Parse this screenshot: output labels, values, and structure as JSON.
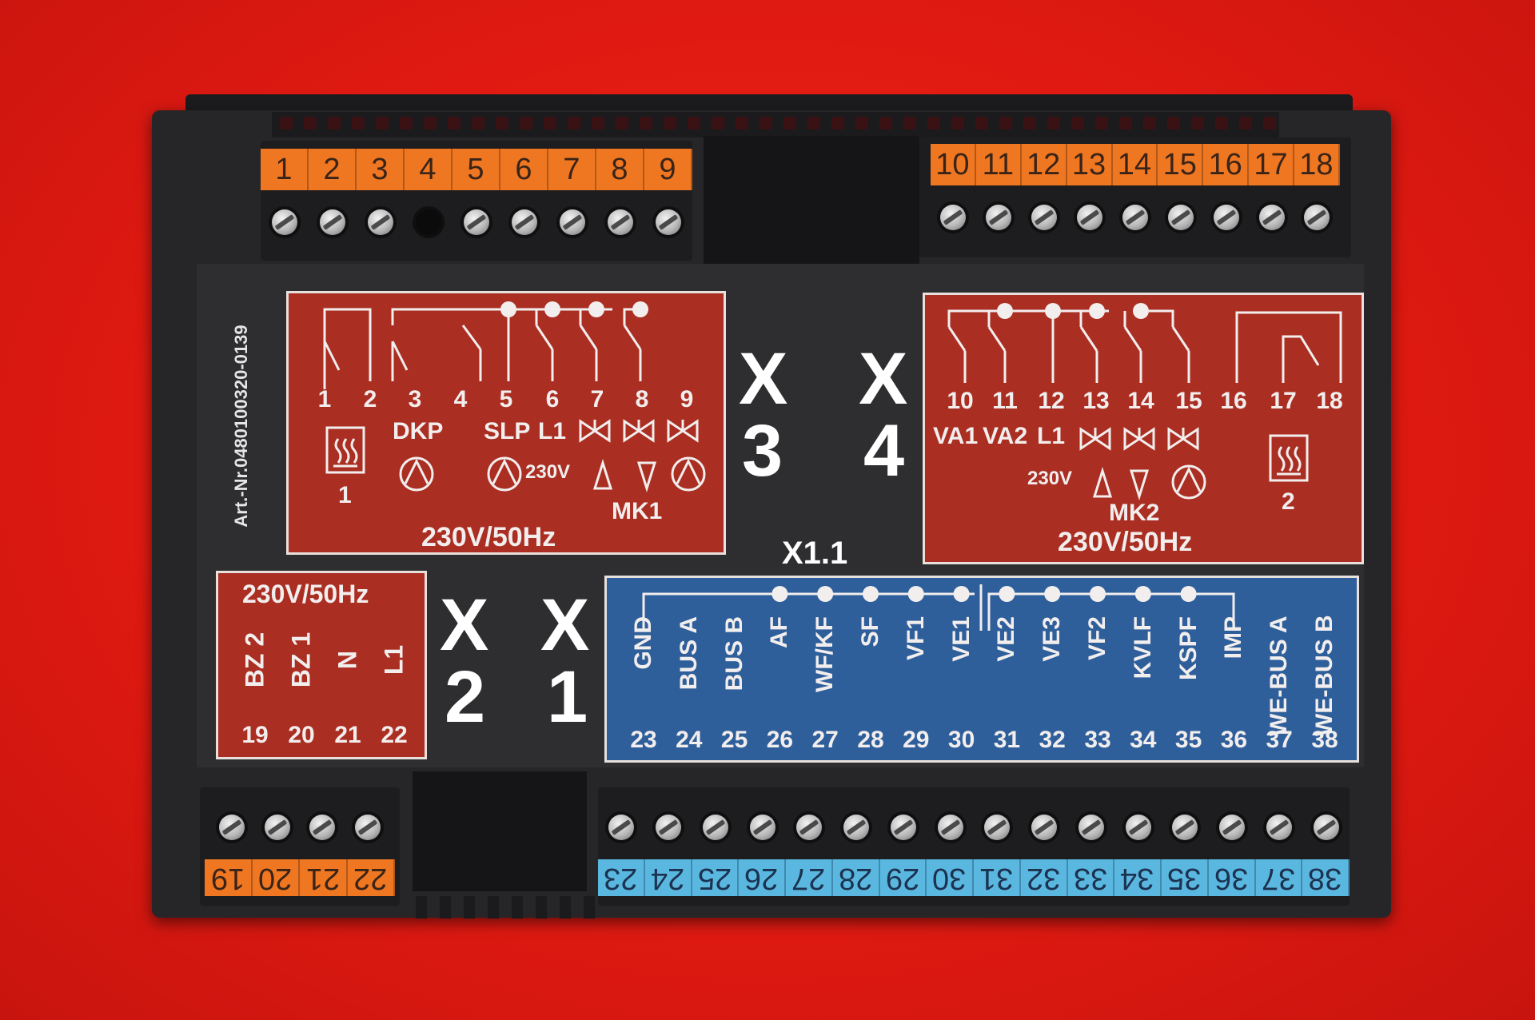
{
  "colors": {
    "background": "#e01a12",
    "housing": "#262628",
    "orange_strip": "#f07722",
    "blue_strip": "#5ab8e0",
    "red_panel": "#aa2e22",
    "blue_panel": "#2f5f9a",
    "panel_text": "#f2eeee"
  },
  "art_nr": "Art.-Nr.0480100320-0139",
  "terminal_blocks": {
    "x3_top": [
      "1",
      "2",
      "3",
      "4",
      "5",
      "6",
      "7",
      "8",
      "9"
    ],
    "x4_top": [
      "10",
      "11",
      "12",
      "13",
      "14",
      "15",
      "16",
      "17",
      "18"
    ],
    "x2_bottom": [
      "19",
      "20",
      "21",
      "22"
    ],
    "x1_bottom": [
      "23",
      "24",
      "25",
      "26",
      "27",
      "28",
      "29",
      "30",
      "31",
      "32",
      "33",
      "34",
      "35",
      "36",
      "37",
      "38"
    ]
  },
  "connectors": {
    "x3": {
      "letter": "X",
      "number": "3"
    },
    "x4": {
      "letter": "X",
      "number": "4"
    },
    "x2": {
      "letter": "X",
      "number": "2"
    },
    "x1": {
      "letter": "X",
      "number": "1"
    },
    "x1_1": "X1.1"
  },
  "panel_x3": {
    "terminals": [
      "1",
      "2",
      "3",
      "4",
      "5",
      "6",
      "7",
      "8",
      "9"
    ],
    "labels": {
      "dkp": "DKP",
      "slp": "SLP",
      "l1": "L1",
      "v230": "230V",
      "heater_num": "1",
      "mk": "MK1"
    },
    "voltage": "230V/50Hz"
  },
  "panel_x4": {
    "terminals": [
      "10",
      "11",
      "12",
      "13",
      "14",
      "15",
      "16",
      "17",
      "18"
    ],
    "labels": {
      "va1": "VA1",
      "va2": "VA2",
      "l1": "L1",
      "v230": "230V",
      "heater_num": "2",
      "mk": "MK2"
    },
    "voltage": "230V/50Hz"
  },
  "panel_x2": {
    "voltage": "230V/50Hz",
    "signals": [
      "BZ 2",
      "BZ 1",
      "N",
      "L1"
    ],
    "terminals": [
      "19",
      "20",
      "21",
      "22"
    ]
  },
  "panel_x1": {
    "signals": [
      "GND",
      "BUS A",
      "BUS B",
      "AF",
      "WF/KF",
      "SF",
      "VF1",
      "VE1",
      "VE2",
      "VE3",
      "VF2",
      "KVLF",
      "KSPF",
      "IMP",
      "WE-BUS A",
      "WE-BUS B"
    ],
    "terminals": [
      "23",
      "24",
      "25",
      "26",
      "27",
      "28",
      "29",
      "30",
      "31",
      "32",
      "33",
      "34",
      "35",
      "36",
      "37",
      "38"
    ]
  }
}
